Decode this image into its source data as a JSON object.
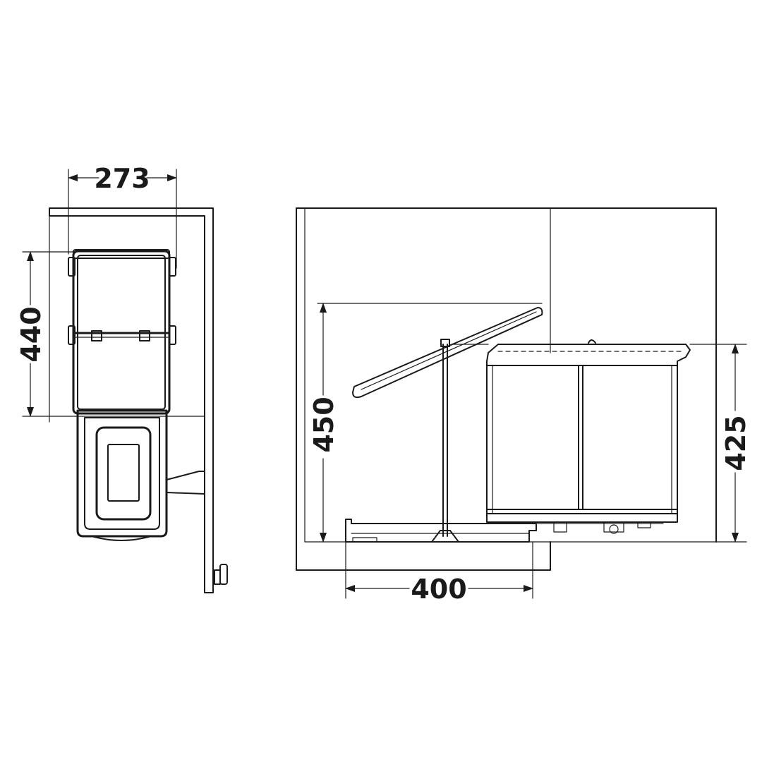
{
  "dimensions": {
    "top_view_width": "273",
    "top_view_depth": "440",
    "side_view_open_height": "450",
    "side_view_bin_height": "425",
    "side_view_extension": "400"
  },
  "colors": {
    "line": "#1a1a1a",
    "background": "#ffffff"
  }
}
